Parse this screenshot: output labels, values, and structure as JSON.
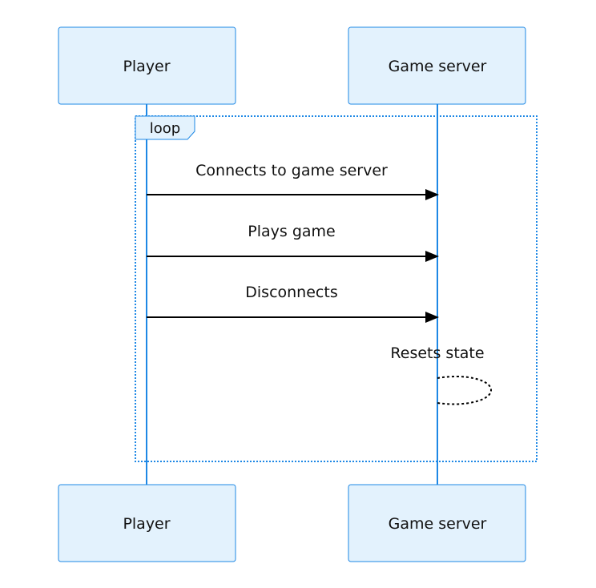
{
  "participants": [
    {
      "id": "player",
      "label": "Player"
    },
    {
      "id": "server",
      "label": "Game server"
    }
  ],
  "loop": {
    "label": "loop"
  },
  "messages": [
    {
      "from": "player",
      "to": "server",
      "label": "Connects to game server"
    },
    {
      "from": "player",
      "to": "server",
      "label": "Plays game"
    },
    {
      "from": "player",
      "to": "server",
      "label": "Disconnects"
    },
    {
      "from": "server",
      "to": "server",
      "label": "Resets state"
    }
  ],
  "colors": {
    "actor_fill": "#e3f2fd",
    "actor_border": "#1e88e5",
    "lifeline": "#1e88e5",
    "message": "#000000"
  }
}
